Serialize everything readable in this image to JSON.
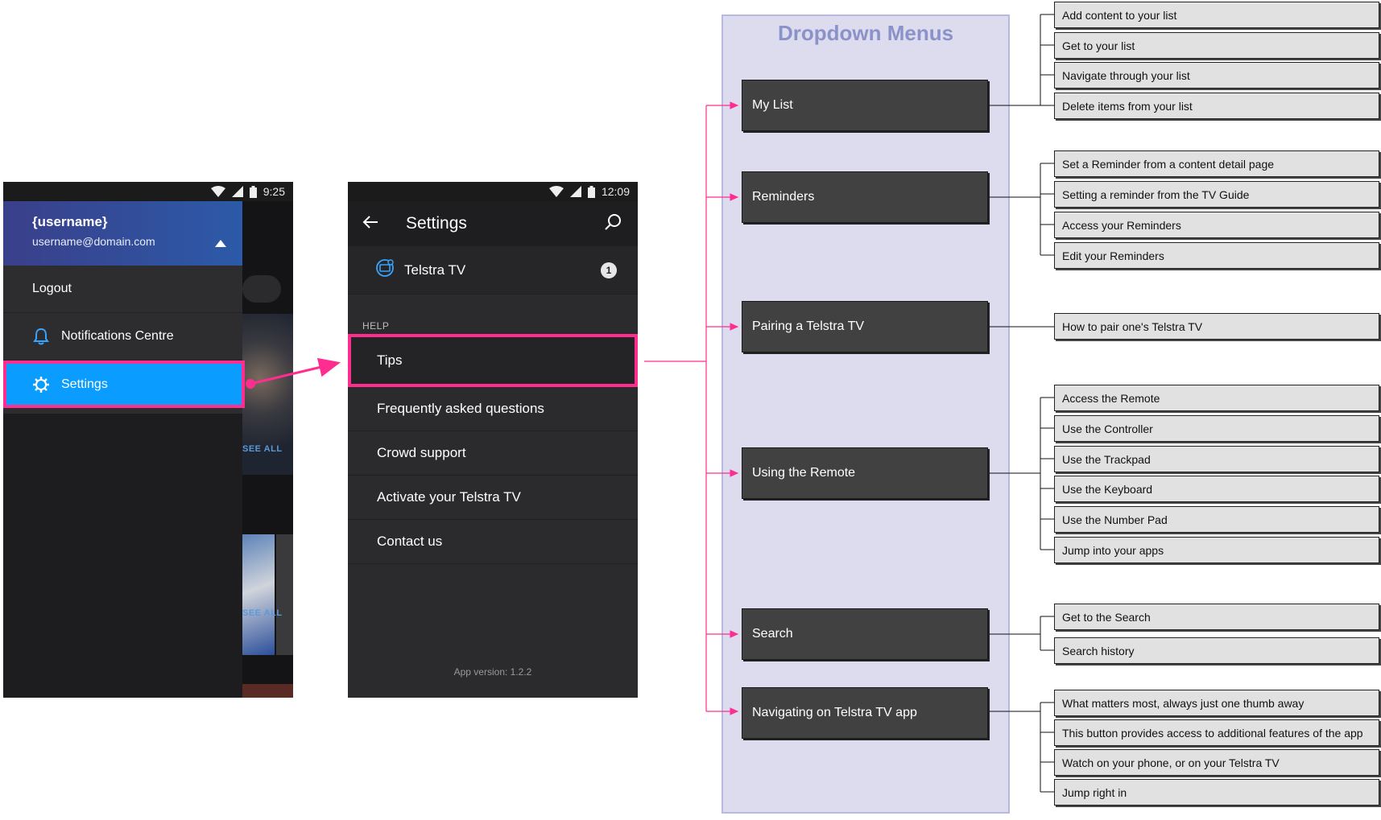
{
  "drawer_phone": {
    "status_time": "9:25",
    "username": "{username}",
    "email": "username@domain.com",
    "items": [
      {
        "label": "Logout"
      },
      {
        "label": "Notifications Centre"
      },
      {
        "label": "Settings"
      }
    ],
    "background_see_all": "SEE ALL",
    "colors": {
      "header": "#2c5aa8",
      "selected": "#0a9cff",
      "highlight": "#ff2d8f"
    }
  },
  "settings_phone": {
    "status_time": "12:09",
    "title": "Settings",
    "device_label": "Telstra TV",
    "device_badge": "1",
    "section_label": "HELP",
    "items": [
      {
        "label": "Tips"
      },
      {
        "label": "Frequently asked questions"
      },
      {
        "label": "Crowd support"
      },
      {
        "label": "Activate your Telstra TV"
      },
      {
        "label": "Contact us"
      }
    ],
    "app_version": "App version: 1.2.2"
  },
  "dropdowns": {
    "title": "Dropdown Menus",
    "menus": [
      {
        "label": "My List",
        "items": [
          "Add content to your list",
          "Get to your list",
          "Navigate through your list",
          "Delete items from your list"
        ]
      },
      {
        "label": "Reminders",
        "items": [
          "Set a Reminder from a content detail page",
          "Setting a reminder from the TV Guide",
          "Access your Reminders",
          "Edit your Reminders"
        ]
      },
      {
        "label": "Pairing a Telstra TV",
        "items": [
          "How to pair one's Telstra TV"
        ]
      },
      {
        "label": "Using the Remote",
        "items": [
          "Access the Remote",
          "Use the Controller",
          "Use the Trackpad",
          "Use the Keyboard",
          "Use the Number Pad",
          "Jump into your apps"
        ]
      },
      {
        "label": "Search",
        "items": [
          "Get to the Search",
          "Search history"
        ]
      },
      {
        "label": "Navigating on Telstra TV app",
        "items": [
          "What matters most, always just one thumb away",
          "This button provides access to additional features of the app",
          "Watch on your phone, or on your Telstra TV",
          "Jump right in"
        ]
      }
    ],
    "colors": {
      "panel": "#dcdcee",
      "title": "#8b91c9",
      "connector": "#ff2d8f"
    }
  }
}
